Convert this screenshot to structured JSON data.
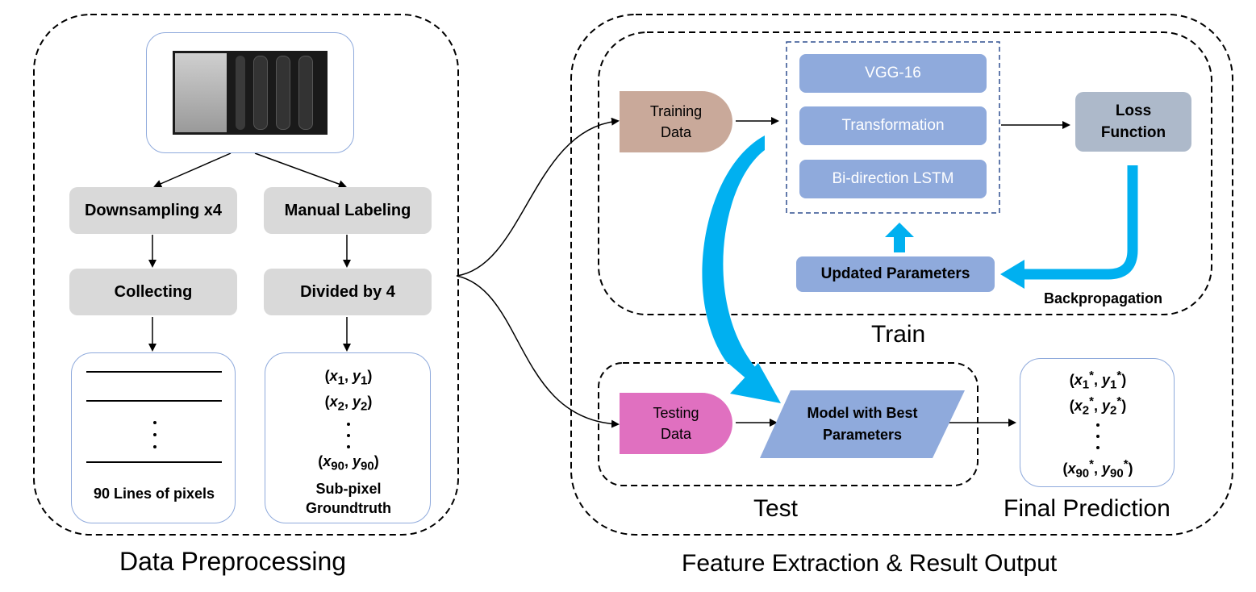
{
  "preprocessing": {
    "caption": "Data Preprocessing",
    "downsampling": "Downsampling x4",
    "manual_labeling": "Manual Labeling",
    "collecting": "Collecting",
    "divided": "Divided by 4",
    "lines_label": "90  Lines of pixels",
    "gt_label": "Sub-pixel Groundtruth",
    "coords": [
      {
        "x": "x",
        "xs": "1",
        "y": "y",
        "ys": "1"
      },
      {
        "x": "x",
        "xs": "2",
        "y": "y",
        "ys": "2"
      },
      {
        "x": "x",
        "xs": "90",
        "y": "y",
        "ys": "90"
      }
    ]
  },
  "extraction": {
    "caption": "Feature Extraction & Result Output",
    "train_caption": "Train",
    "test_caption": "Test",
    "final_caption": "Final Prediction",
    "training_data": "Training Data",
    "testing_data": "Testing Data",
    "vgg": "VGG-16",
    "transformation": "Transformation",
    "lstm": "Bi-direction LSTM",
    "loss": "Loss Function",
    "updated": "Updated Parameters",
    "backprop": "Backpropagation",
    "model": "Model with Best Parameters",
    "predictions": [
      {
        "xs": "1",
        "ys": "1"
      },
      {
        "xs": "2",
        "ys": "2"
      },
      {
        "xs": "90",
        "ys": "90"
      }
    ]
  },
  "colors": {
    "training": "#c9a99a",
    "testing": "#e070c0",
    "blue_box": "#8faadc",
    "loss_box": "#adb9ca",
    "gray_box": "#d9d9d9",
    "arrow_cyan": "#00b0f0"
  }
}
